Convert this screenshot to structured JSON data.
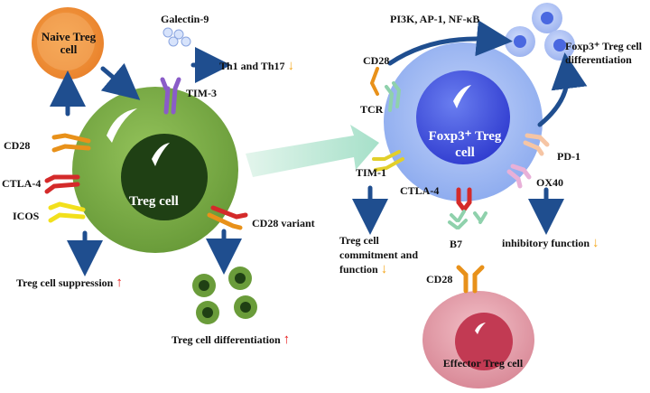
{
  "cells": {
    "naive_treg": "Naive Treg cell",
    "treg": "Treg cell",
    "foxp3_treg": "Foxp3⁺ Treg cell",
    "effector_treg": "Effector Treg cell"
  },
  "left": {
    "galectin9": "Galectin-9",
    "tim3": "TIM-3",
    "th1_th17": "Th1 and Th17",
    "cd28": "CD28",
    "ctla4": "CTLA-4",
    "icos": "ICOS",
    "cd28_variant": "CD28 variant",
    "suppression": "Treg cell suppression",
    "differentiation": "Treg cell differentiation"
  },
  "right": {
    "pathway": "PI3K, AP-1, NF-κB",
    "foxp3_diff": "Foxp3⁺ Treg cell differentiation",
    "cd28": "CD28",
    "tcr": "TCR",
    "tim1": "TIM-1",
    "ctla4": "CTLA-4",
    "pd1": "PD-1",
    "ox40": "OX40",
    "b7": "B7",
    "cd28_effector": "CD28",
    "commitment": "Treg cell commitment and function",
    "inhibitory": "inhibitory function"
  },
  "indicators": {
    "up": "↑",
    "down": "↓"
  },
  "colors": {
    "treg_cell": "#7fb04a",
    "foxp3_cell": "#a9c1f4",
    "naive_cell": "#f39a3c",
    "effector_cell": "#e8a1ae",
    "arrow": "#1f4e8f",
    "increase": "#e81b1b",
    "decrease": "#f4a71c"
  }
}
